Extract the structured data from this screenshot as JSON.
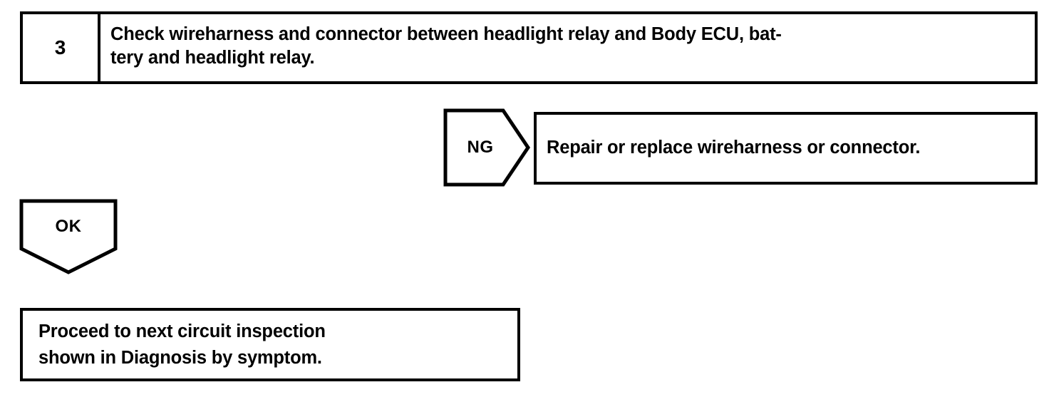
{
  "page": {
    "background_color": "#ffffff",
    "line_color": "#000000",
    "text_color": "#000000"
  },
  "flowchart": {
    "type": "troubleshooting-flowchart",
    "step": {
      "number": "3",
      "instruction": "Check wireharness and connector between headlight relay and Body ECU, bat-\ntery and headlight relay."
    },
    "branches": [
      {
        "result_label": "NG",
        "shape": "pentagon-right",
        "action": "Repair or replace wireharness or connector."
      },
      {
        "result_label": "OK",
        "shape": "pentagon-down",
        "action": "Proceed to next circuit inspection\nshown  in Diagnosis by symptom."
      }
    ]
  }
}
